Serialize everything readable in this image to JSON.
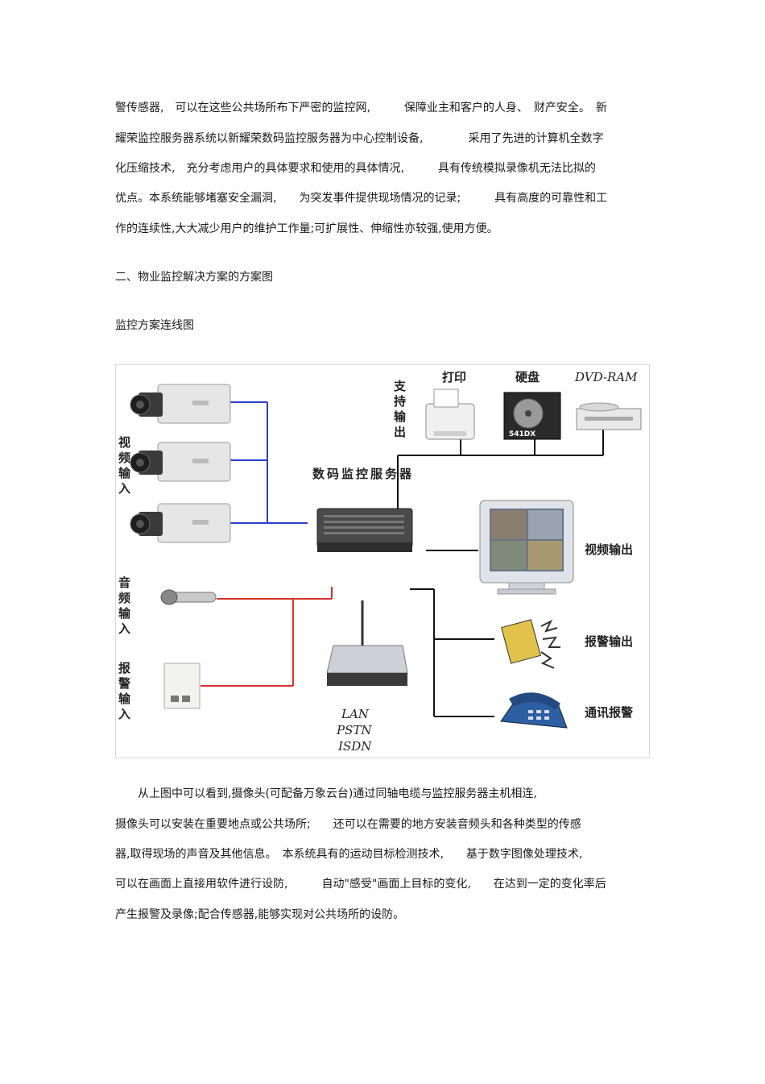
{
  "paragraph1": [
    "警传感器,　可以在这些公共场所布下严密的监控网,　　　保障业主和客户的人身、　财产安全。　新",
    "耀荣监控服务器系统以新耀荣数码监控服务器为中心控制设备,　　　　采用了先进的计算机全数字",
    "化压缩技术,　充分考虑用户的具体要求和使用的具体情况,　　　具有传统模拟录像机无法比拟的",
    "优点。本系统能够堵塞安全漏洞,　　为突发事件提供现场情况的记录;　　　具有高度的可靠性和工",
    "作的连续性,大大减少用户的维护工作量;可扩展性、伸缩性亦较强,使用方便。"
  ],
  "heading": "二、物业监控解决方案的方案图",
  "subheading": "监控方案连线图",
  "diagram": {
    "video_input_label": "视频输入",
    "audio_input_label": "音频输入",
    "alarm_input_label": "报警输入",
    "support_output_label": "支持输出",
    "print_label": "打印",
    "hdd_label": "硬盘",
    "dvdram_label": "DVD-RAM",
    "hdd_model": "541DX",
    "server_label": "数码监控服务器",
    "video_output_label": "视频输出",
    "alarm_output_label": "报警输出",
    "comm_alarm_label": "通讯报警",
    "network_lines": [
      "LAN",
      "PSTN",
      "ISDN"
    ],
    "colors": {
      "video_line": "#2a3fd0",
      "audio_line": "#d83030",
      "signal_line": "#111111"
    }
  },
  "paragraph2": [
    "　　从上图中可以看到,摄像头(可配备万象云台)通过同轴电缆与监控服务器主机相连,",
    "摄像头可以安装在重要地点或公共场所;　　还可以在需要的地方安装音频头和各种类型的传感",
    "器,取得现场的声音及其他信息。　本系统具有的运动目标检测技术,　　基于数字图像处理技术,",
    "可以在画面上直接用软件进行设防,　　　自动\"感受\"画面上目标的变化,　　在达到一定的变化率后",
    "产生报警及录像;配合传感器,能够实现对公共场所的设防。"
  ]
}
